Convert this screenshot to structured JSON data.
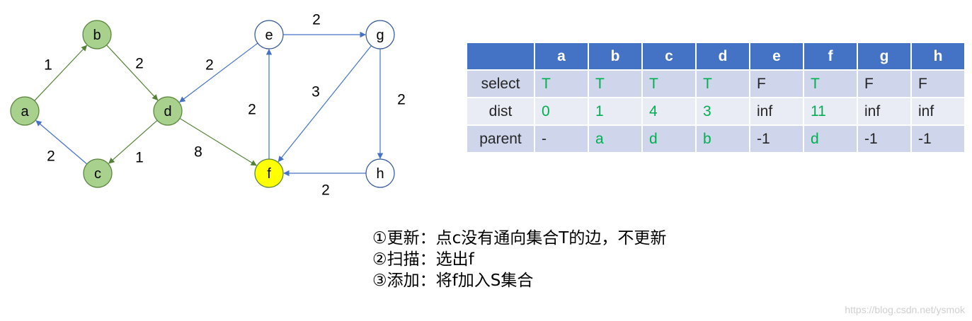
{
  "graph": {
    "nodes": [
      {
        "id": "a",
        "label": "a",
        "fill": "#a9d18e"
      },
      {
        "id": "b",
        "label": "b",
        "fill": "#a9d18e"
      },
      {
        "id": "c",
        "label": "c",
        "fill": "#a9d18e"
      },
      {
        "id": "d",
        "label": "d",
        "fill": "#a9d18e"
      },
      {
        "id": "e",
        "label": "e",
        "fill": "#ffffff"
      },
      {
        "id": "f",
        "label": "f",
        "fill": "#ffff00"
      },
      {
        "id": "g",
        "label": "g",
        "fill": "#ffffff"
      },
      {
        "id": "h",
        "label": "h",
        "fill": "#ffffff"
      }
    ],
    "edges": [
      {
        "from": "a",
        "to": "b",
        "weight": "1",
        "color": "#548235"
      },
      {
        "from": "b",
        "to": "d",
        "weight": "2",
        "color": "#548235"
      },
      {
        "from": "c",
        "to": "a",
        "weight": "2",
        "color": "#4472c4"
      },
      {
        "from": "d",
        "to": "c",
        "weight": "1",
        "color": "#548235"
      },
      {
        "from": "d",
        "to": "f",
        "weight": "8",
        "color": "#548235"
      },
      {
        "from": "e",
        "to": "d",
        "weight": "2",
        "color": "#4472c4"
      },
      {
        "from": "f",
        "to": "e",
        "weight": "2",
        "color": "#4472c4"
      },
      {
        "from": "e",
        "to": "g",
        "weight": "2",
        "color": "#4472c4"
      },
      {
        "from": "g",
        "to": "f",
        "weight": "3",
        "color": "#4472c4"
      },
      {
        "from": "g",
        "to": "h",
        "weight": "2",
        "color": "#4472c4"
      },
      {
        "from": "h",
        "to": "f",
        "weight": "2",
        "color": "#4472c4"
      }
    ]
  },
  "table": {
    "columns": [
      "a",
      "b",
      "c",
      "d",
      "e",
      "f",
      "g",
      "h"
    ],
    "rows": [
      {
        "label": "select",
        "cells": [
          {
            "value": "T",
            "highlight": true
          },
          {
            "value": "T",
            "highlight": true
          },
          {
            "value": "T",
            "highlight": true
          },
          {
            "value": "T",
            "highlight": true
          },
          {
            "value": "F",
            "highlight": false
          },
          {
            "value": "T",
            "highlight": true
          },
          {
            "value": "F",
            "highlight": false
          },
          {
            "value": "F",
            "highlight": false
          }
        ]
      },
      {
        "label": "dist",
        "cells": [
          {
            "value": "0",
            "highlight": true
          },
          {
            "value": "1",
            "highlight": true
          },
          {
            "value": "4",
            "highlight": true
          },
          {
            "value": "3",
            "highlight": true
          },
          {
            "value": "inf",
            "highlight": false
          },
          {
            "value": "11",
            "highlight": true
          },
          {
            "value": "inf",
            "highlight": false
          },
          {
            "value": "inf",
            "highlight": false
          }
        ]
      },
      {
        "label": "parent",
        "cells": [
          {
            "value": "-",
            "highlight": false
          },
          {
            "value": "a",
            "highlight": true
          },
          {
            "value": "d",
            "highlight": true
          },
          {
            "value": "b",
            "highlight": true
          },
          {
            "value": "-1",
            "highlight": false
          },
          {
            "value": "d",
            "highlight": true
          },
          {
            "value": "-1",
            "highlight": false
          },
          {
            "value": "-1",
            "highlight": false
          }
        ]
      }
    ],
    "header_color": "#4472c4",
    "highlight_color": "#00b050"
  },
  "notes": [
    "①更新：点c没有通向集合T的边，不更新",
    "②扫描：选出f",
    "③添加：将f加入S集合"
  ],
  "watermark": "https://blog.csdn.net/ysmok"
}
